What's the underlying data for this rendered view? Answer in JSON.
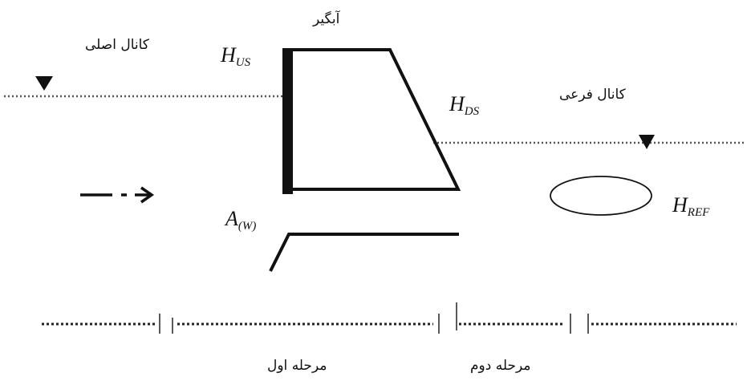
{
  "labels": {
    "main_canal": "کانال اصلی",
    "intake": "آبگیر",
    "branch_canal": "کانال فرعی",
    "stage_one": "مرحله اول",
    "stage_two": "مرحله دوم"
  },
  "variables": {
    "h_us": {
      "base": "H",
      "sub": "US"
    },
    "h_ds": {
      "base": "H",
      "sub": "DS"
    },
    "h_ref": {
      "base": "H",
      "sub": "REF"
    },
    "a_w": {
      "base": "A",
      "sub": "(W)"
    }
  },
  "colors": {
    "ink": "#111111",
    "dots": "#555555"
  }
}
